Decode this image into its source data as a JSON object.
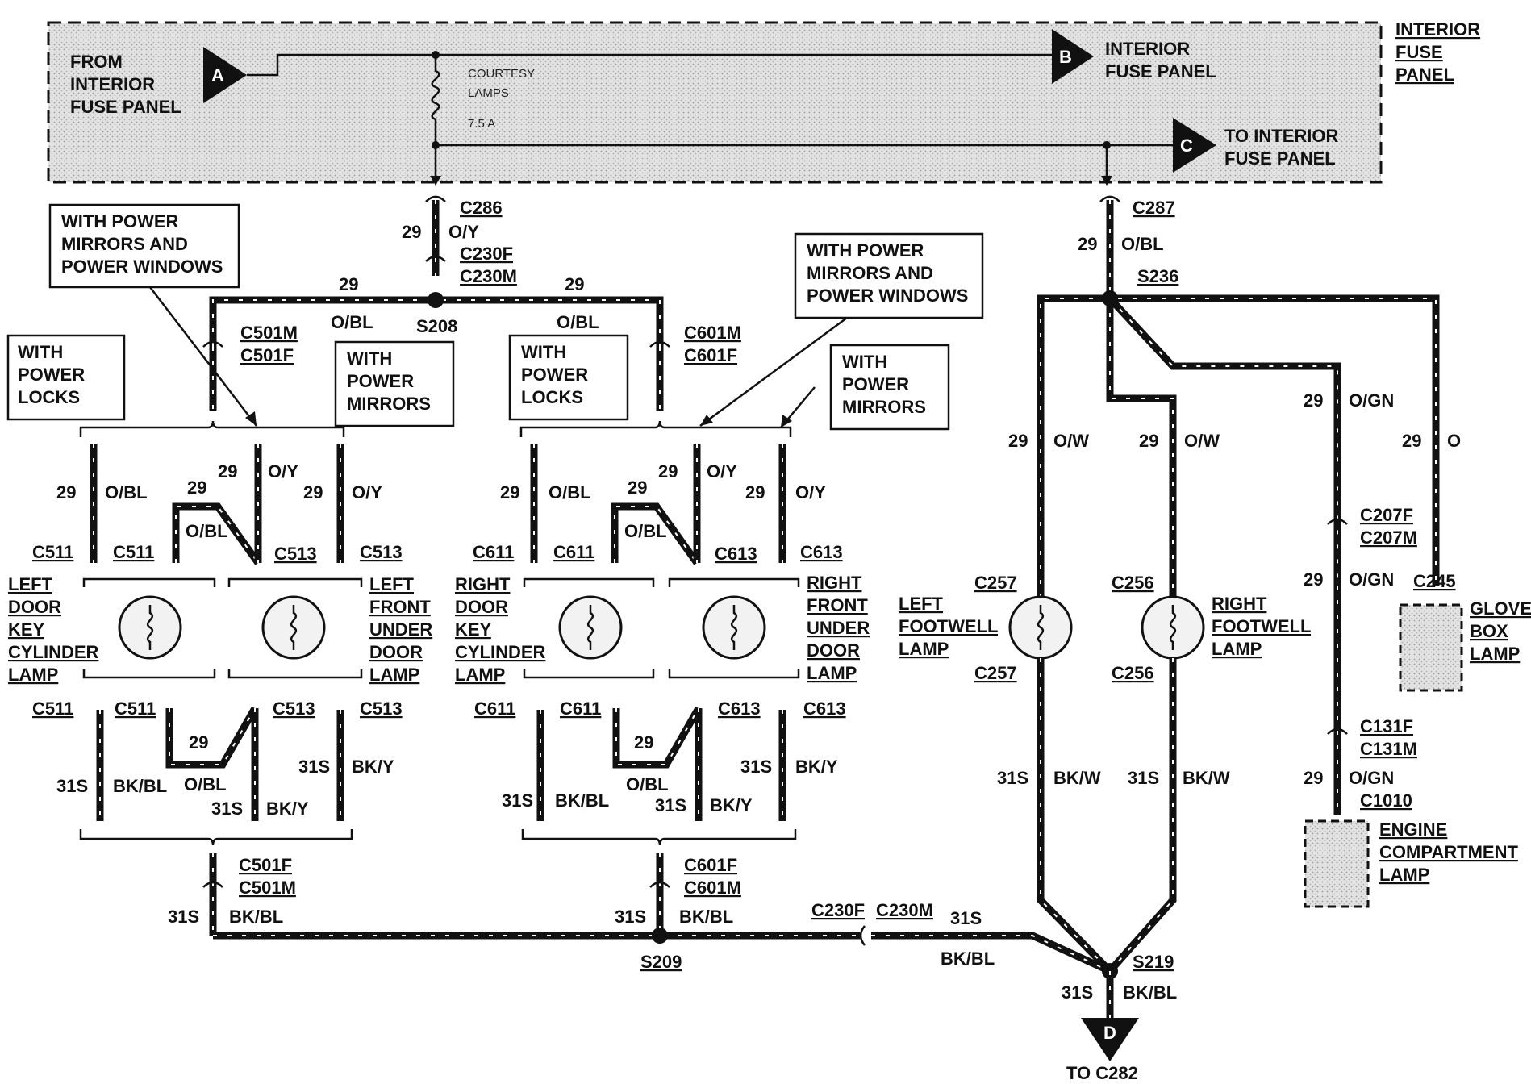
{
  "fuse_panel": {
    "title_lines": [
      "INTERIOR",
      "FUSE",
      "PANEL"
    ],
    "from_lines": [
      "FROM",
      "INTERIOR",
      "FUSE PANEL"
    ],
    "to_b_lines": [
      "INTERIOR",
      "FUSE PANEL"
    ],
    "to_c_lines": [
      "TO INTERIOR",
      "FUSE PANEL"
    ],
    "fuse_lines": [
      "COURTESY",
      "LAMPS"
    ],
    "fuse_rating": "7.5 A",
    "connector_a": "A",
    "connector_b": "B",
    "connector_c": "C"
  },
  "feeds": {
    "c286": "C286",
    "c287": "C287",
    "c230f": "C230F",
    "c230m": "C230M",
    "s208": "S208",
    "s236": "S236",
    "s209": "S209",
    "s219": "S219",
    "c501m": "C501M",
    "c501f": "C501F",
    "c601m": "C601M",
    "c601f": "C601F",
    "c230f_gnd": "C230F",
    "c230m_gnd": "C230M",
    "connector_d": "D",
    "to_c282": "TO C282"
  },
  "options": {
    "mirrors_windows_lines": [
      "WITH POWER",
      "MIRRORS AND",
      "POWER WINDOWS"
    ],
    "locks_lines": [
      "WITH",
      "POWER",
      "LOCKS"
    ],
    "mirrors_lines": [
      "WITH",
      "POWER",
      "MIRRORS"
    ],
    "mirrors_right_lines": [
      "WITH",
      "POWER",
      "MIRRORS"
    ]
  },
  "circuits": {
    "c29": "29",
    "c31s": "31S",
    "oy": "O/Y",
    "obl": "O/BL",
    "ow": "O/W",
    "ogn": "O/GN",
    "o": "O",
    "bkbl": "BK/BL",
    "bky": "BK/Y",
    "bkw": "BK/W"
  },
  "connectors": {
    "c511": "C511",
    "c513": "C513",
    "c611": "C611",
    "c613": "C613",
    "c257": "C257",
    "c256": "C256",
    "c245": "C245",
    "c207f": "C207F",
    "c207m": "C207M",
    "c131f": "C131F",
    "c131m": "C131M",
    "c1010": "C1010"
  },
  "lamps": {
    "left_door_key": [
      "LEFT",
      "DOOR",
      "KEY",
      "CYLINDER",
      "LAMP"
    ],
    "left_front_under": [
      "LEFT",
      "FRONT",
      "UNDER",
      "DOOR",
      "LAMP"
    ],
    "right_door_key": [
      "RIGHT",
      "DOOR",
      "KEY",
      "CYLINDER",
      "LAMP"
    ],
    "right_front_under": [
      "RIGHT",
      "FRONT",
      "UNDER",
      "DOOR",
      "LAMP"
    ],
    "left_footwell": [
      "LEFT",
      "FOOTWELL",
      "LAMP"
    ],
    "right_footwell": [
      "RIGHT",
      "FOOTWELL",
      "LAMP"
    ],
    "glove_box": [
      "GLOVE",
      "BOX",
      "LAMP"
    ],
    "engine_compartment": [
      "ENGINE",
      "COMPARTMENT",
      "LAMP"
    ]
  }
}
